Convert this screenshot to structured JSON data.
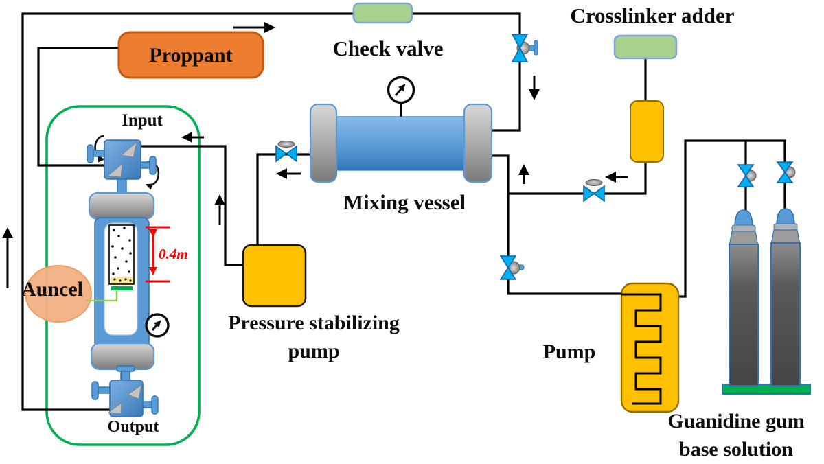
{
  "labels": {
    "proppant": "Proppant",
    "check_valve": "Check valve",
    "crosslinker_adder": "Crosslinker adder",
    "mixing_vessel": "Mixing vessel",
    "pressure_pump_line1": "Pressure stabilizing",
    "pressure_pump_line2": "pump",
    "pump": "Pump",
    "guanidine_line1": "Guanidine gum",
    "guanidine_line2": "base solution",
    "input": "Input",
    "output": "Output",
    "auncel": "Auncel",
    "column_height": "0.4m"
  },
  "colors": {
    "pipe": "#000000",
    "proppant_fill": "#ED7D31",
    "proppant_border": "#C55A11",
    "sampler_green_fill": "#A9D18E",
    "sampler_green_border": "#7CA5D8",
    "yellow_fill": "#FFC000",
    "yellow_border": "#8F6E00",
    "vessel_blue": "#5B9BD5",
    "vessel_blue_dark": "#2E74B5",
    "cap_gray": "#A6A6A6",
    "valve_blue": "#00B0F0",
    "enclosure_green": "#00B050",
    "dimension_red": "#FF0000",
    "auncel_fill": "#F4B183",
    "cylinder_gray": "#595959",
    "sensor_green": "#92D050"
  }
}
